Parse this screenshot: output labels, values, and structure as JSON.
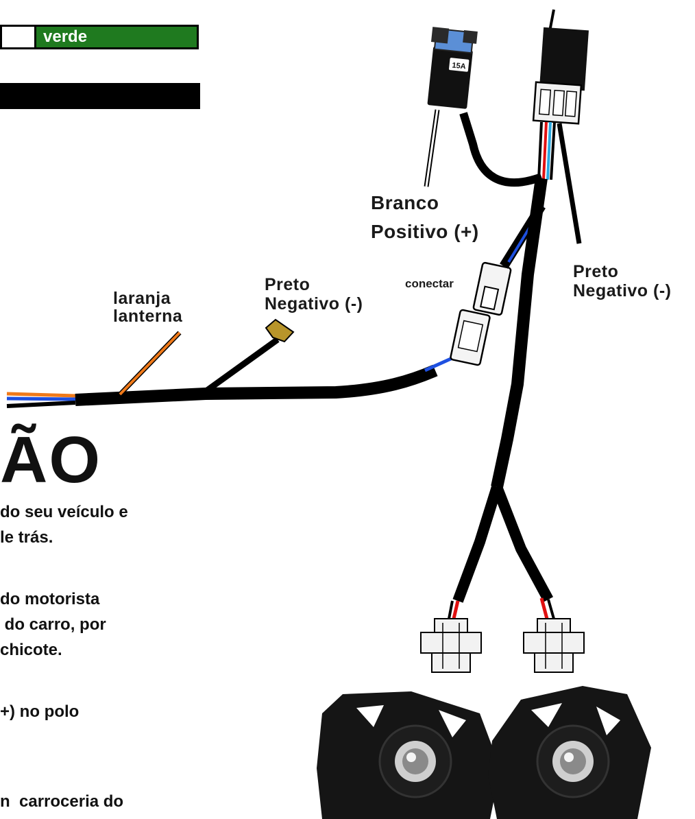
{
  "legend": {
    "green_label": "verde"
  },
  "fuse": {
    "label": "15A"
  },
  "labels": {
    "branco": "Branco",
    "positivo": "Positivo (+)",
    "preto_right": "Preto",
    "negativo_right": "Negativo (-)",
    "conectar": "conectar",
    "laranja": "laranja",
    "lanterna": "lanterna",
    "preto_mid": "Preto",
    "negativo_mid": "Negativo (-)"
  },
  "instructions": {
    "title": "ÃO",
    "lines": [
      "do seu veículo e",
      "le trás.",
      "",
      "do motorista",
      " do carro, por",
      "chicote.",
      "",
      "+) no polo",
      "",
      "",
      "n  carroceria do"
    ]
  },
  "colors": {
    "green": "#1f7a1f",
    "orange": "#f07a1a",
    "blue": "#1e50e0",
    "red": "#e01010",
    "cyan": "#29a8e0",
    "fuse_blue": "#5b8fd6",
    "terminal_gold": "#b8952a"
  }
}
